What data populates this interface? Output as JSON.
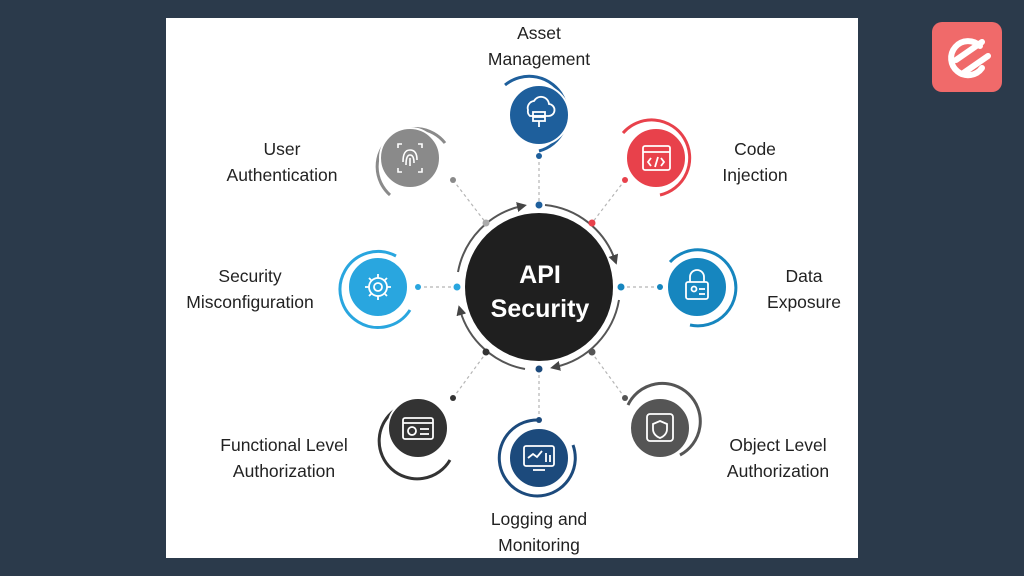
{
  "center": {
    "line1": "API",
    "line2": "Security"
  },
  "nodes": [
    {
      "line1": "Asset",
      "line2": "Management",
      "color": "#1e5f9c",
      "icon": "cloud-database-icon"
    },
    {
      "line1": "Code",
      "line2": "Injection",
      "color": "#e8414b",
      "icon": "code-window-icon"
    },
    {
      "line1": "Data",
      "line2": "Exposure",
      "color": "#1686bf",
      "icon": "lock-user-icon"
    },
    {
      "line1": "Object Level",
      "line2": "Authorization",
      "color": "#555555",
      "icon": "shield-window-icon"
    },
    {
      "line1": "Logging and",
      "line2": "Monitoring",
      "color": "#1c4a7c",
      "icon": "monitor-chart-icon"
    },
    {
      "line1": "Functional Level",
      "line2": "Authorization",
      "color": "#333333",
      "icon": "id-card-icon"
    },
    {
      "line1": "Security",
      "line2": "Misconfiguration",
      "color": "#29a6df",
      "icon": "gear-icon"
    },
    {
      "line1": "User",
      "line2": "Authentication",
      "color": "#8a8a8a",
      "icon": "fingerprint-icon"
    }
  ],
  "colors": {
    "background": "#2b3a4b",
    "center": "#1f1f1f",
    "logo": "#f06a6a"
  }
}
